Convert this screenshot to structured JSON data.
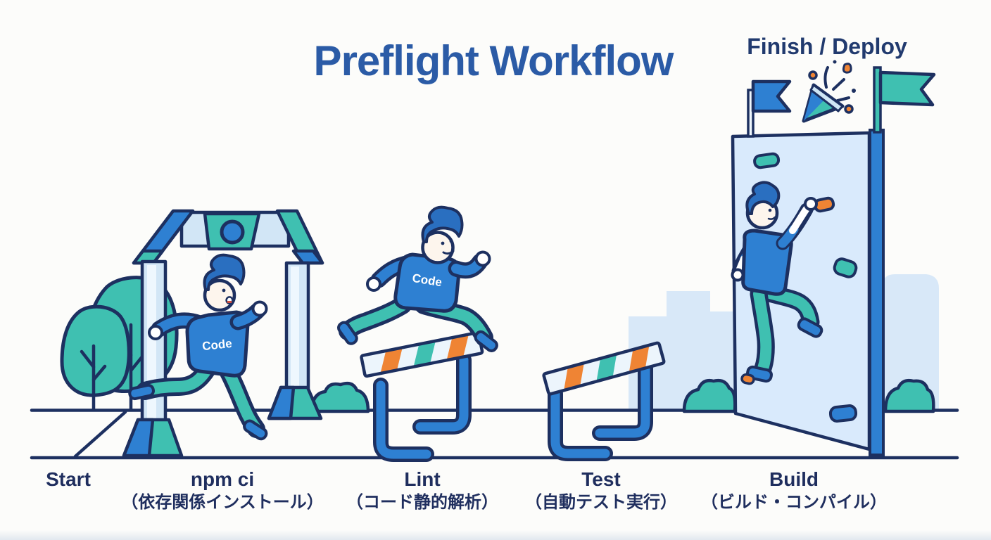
{
  "title": "Preflight Workflow",
  "finish_label": "Finish / Deploy",
  "runner_shirt_label": "Code",
  "stages": [
    {
      "en": "Start",
      "jp": ""
    },
    {
      "en": "npm ci",
      "jp": "（依存関係インストール）"
    },
    {
      "en": "Lint",
      "jp": "（コード静的解析）"
    },
    {
      "en": "Test",
      "jp": "（自動テスト実行）"
    },
    {
      "en": "Build",
      "jp": "（ビルド・コンパイル）"
    }
  ],
  "scene": {
    "elements": [
      "tree",
      "start-arch",
      "runner",
      "hurdle",
      "city-skyline",
      "bush",
      "climbing-wall",
      "climber",
      "finish-flag",
      "party-popper"
    ],
    "colors": {
      "navy_outline": "#1d3060",
      "blue": "#2e80d2",
      "teal": "#3fc0b1",
      "orange": "#ef8434",
      "pale_blue": "#d2e6f6",
      "wall_blue": "#d9eafc",
      "skyline_blue": "#d8e8f8",
      "title_blue": "#2b5ba6",
      "label_navy": "#1f2e5e",
      "skin": "#fdf5ed"
    }
  }
}
